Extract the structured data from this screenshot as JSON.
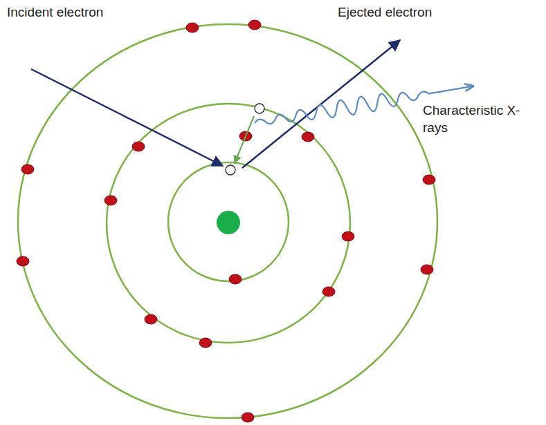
{
  "diagram": {
    "labels": [
      "Incident electron",
      "Ejected electron",
      "Characteristic X-rays"
    ]
  }
}
